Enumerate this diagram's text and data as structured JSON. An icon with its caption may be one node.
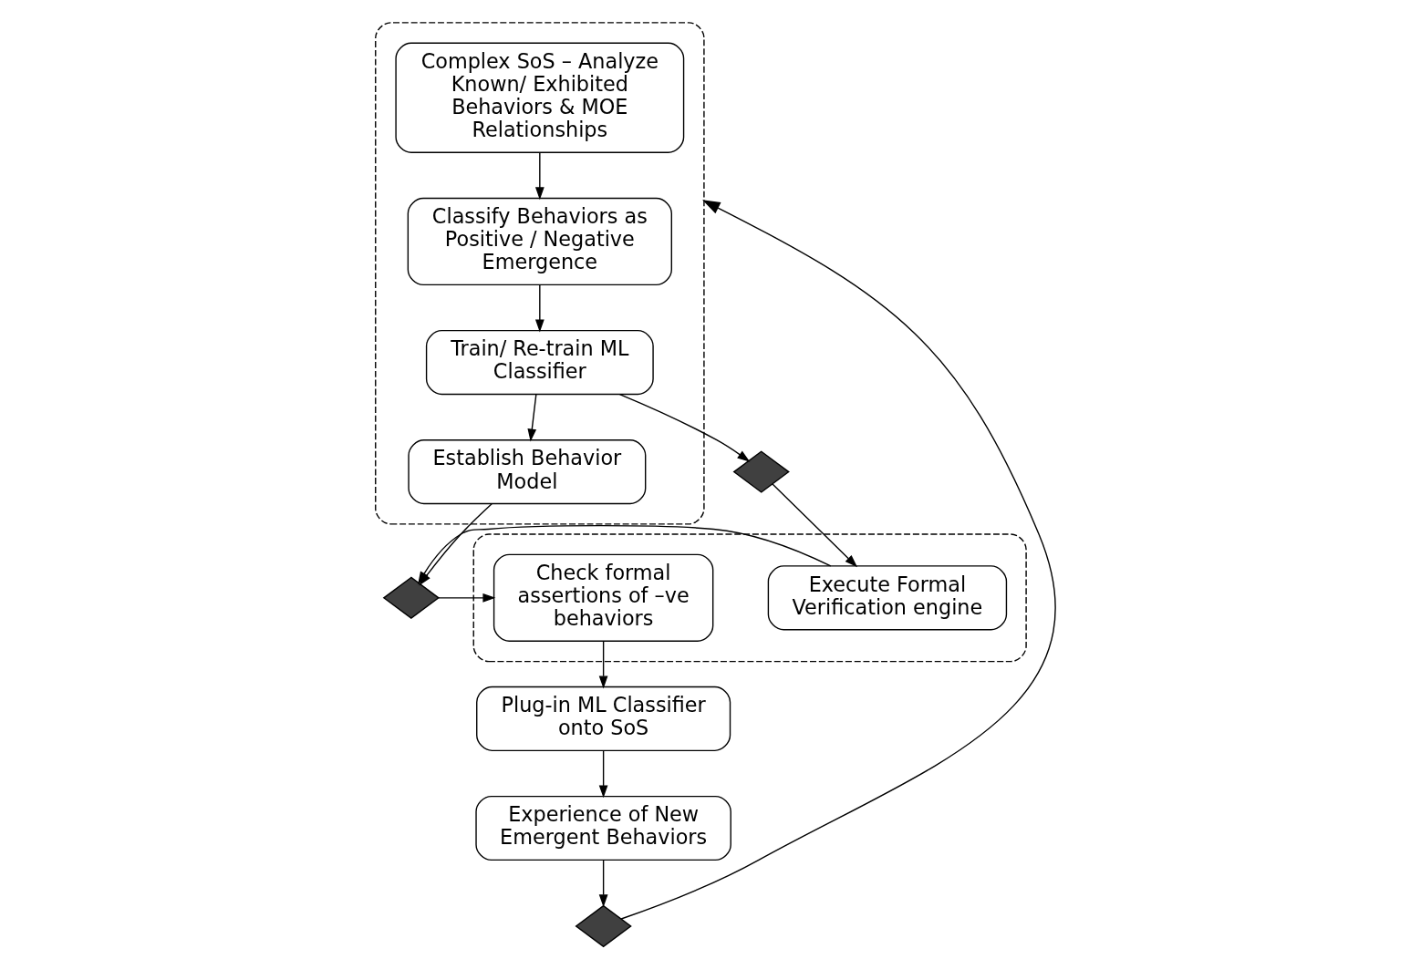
{
  "diagram": {
    "nodes": [
      {
        "text": [],
        "shape": "box"
      },
      {
        "text": [
          "Complex SoS – Analyze Known/ Exhibited Behaviors & MOE Relationships"
        ],
        "in": 0
      },
      {
        "text": [
          "Classify Behaviors as Positive / Negative Emergence"
        ],
        "in": 0
      },
      {
        "text": [
          "Train/ Re-train ML Classifier"
        ],
        "in": 0
      },
      {
        "text": [
          "Establish Behavior Model"
        ],
        "in": 0
      },
      {
        "text": [],
        "shape": "box"
      },
      {
        "text": [
          "Execute Formal Verification engine"
        ],
        "in": 5
      },
      {
        "text": [
          "Check formal assertions of –ve behaviors"
        ],
        "in": 5
      },
      {
        "text": [
          "Plug-in ML Classifier onto SoS"
        ]
      },
      {
        "text": [
          "Experience of New Emergent Behaviors"
        ]
      },
      {
        "text": [],
        "shape": "diamond"
      },
      {
        "text": [],
        "shape": "diamond"
      },
      {
        "text": [],
        "shape": "diamond"
      }
    ],
    "edges": [
      {
        "from": 1,
        "to": 2,
        "arrow": "to"
      },
      {
        "from": 2,
        "to": 3,
        "arrow": "to"
      },
      {
        "from": 3,
        "to": 4,
        "arrow": "to"
      },
      {
        "from": 3,
        "to": 11,
        "arrow": "to"
      },
      {
        "from": 11,
        "to": 6,
        "arrow": "to"
      },
      {
        "from": 6,
        "to": 12,
        "arrow": "to"
      },
      {
        "from": 4,
        "to": 12,
        "arrow": "to"
      },
      {
        "from": 12,
        "to": 7,
        "arrow": "to"
      },
      {
        "from": 7,
        "to": 8,
        "arrow": "to"
      },
      {
        "from": 8,
        "to": 9,
        "arrow": "to"
      },
      {
        "from": 9,
        "to": 10,
        "arrow": "to"
      },
      {
        "from": 10,
        "to": 0,
        "arrow": "to"
      }
    ]
  }
}
